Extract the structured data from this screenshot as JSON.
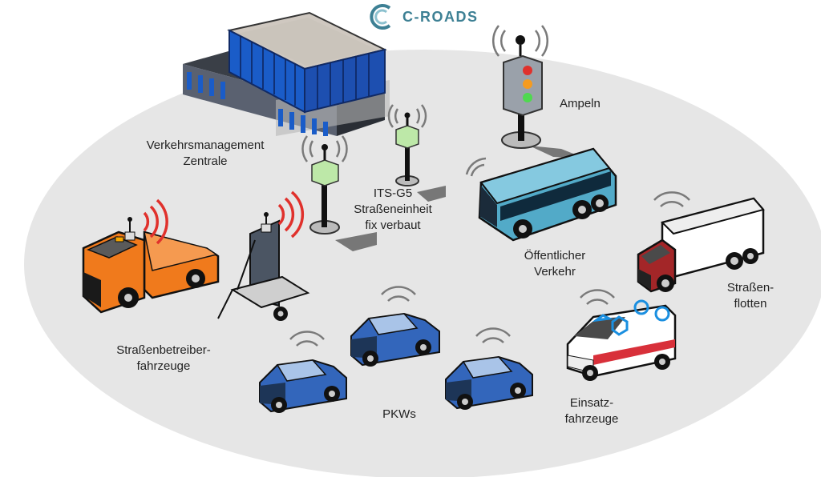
{
  "brand": {
    "text": "C-ROADS",
    "icon": "c-roads-logo",
    "color": "#3d8094"
  },
  "labels": {
    "central": [
      "Verkehrsmanagement",
      "Zentrale"
    ],
    "its_g5": [
      "ITS-G5",
      "Straßeneinheit",
      "fix verbaut"
    ],
    "ampeln": "Ampeln",
    "oeffentlich": [
      "Öffentlicher",
      "Verkehr"
    ],
    "flotten": [
      "Straßen-",
      "flotten"
    ],
    "betreiber": [
      "Straßenbetreiber-",
      "fahrzeuge"
    ],
    "pkws": "PKWs",
    "einsatz": [
      "Einsatz-",
      "fahrzeuge"
    ]
  },
  "colors": {
    "ground": "#e6e6e6",
    "signal_wave": "#e0312c",
    "signal_wave_grey": "#7a7a7a",
    "car": "#3366bb",
    "bus": "#52aac8",
    "truck_orange": "#f07a1c",
    "truck_red": "#a32628",
    "building_blue": "#1a5cc8",
    "rsu_green": "#bde8a8"
  }
}
